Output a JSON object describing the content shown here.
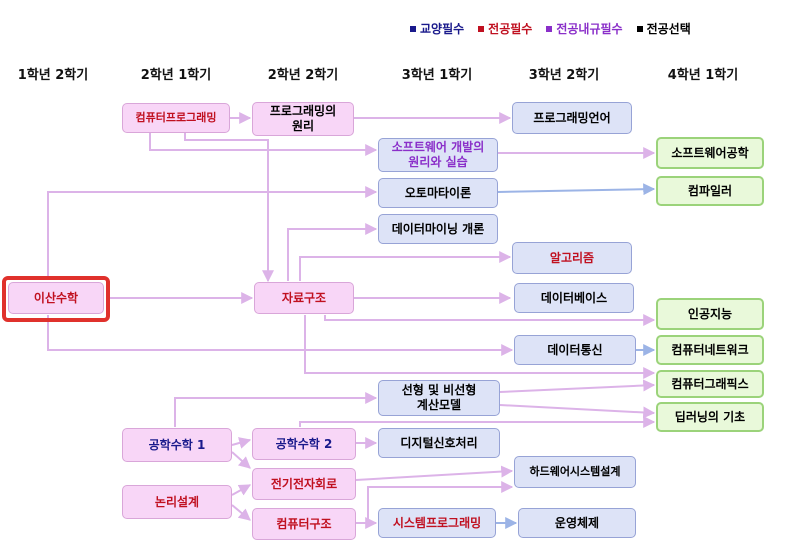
{
  "legend": [
    {
      "label": "교양필수",
      "color": "#1a1a8c"
    },
    {
      "label": "전공필수",
      "color": "#c01020"
    },
    {
      "label": "전공내규필수",
      "color": "#8a2fc9"
    },
    {
      "label": "전공선택",
      "color": "#000000"
    }
  ],
  "semesters": [
    "1학년 2학기",
    "2학년 1학기",
    "2학년 2학기",
    "3학년 1학기",
    "3학년 2학기",
    "4학년 1학기"
  ],
  "courses": {
    "discrete_math": "이산수학",
    "comp_programming": "컴퓨터프로그래밍",
    "eng_math1": "공학수학 1",
    "logic_design": "논리설계",
    "programming_principles": "프로그래밍의\n원리",
    "data_structures": "자료구조",
    "eng_math2": "공학수학 2",
    "circuits": "전기전자회로",
    "comp_architecture": "컴퓨터구조",
    "sw_dev": "소프트웨어 개발의\n원리와 실습",
    "automata": "오토마타이론",
    "data_mining": "데이터마이닝 개론",
    "linear_models": "선형 및 비선형\n계산모델",
    "dsp": "디지털신호처리",
    "system_programming": "시스템프로그래밍",
    "prog_languages": "프로그래밍언어",
    "algorithms": "알고리즘",
    "databases": "데이터베이스",
    "data_comm": "데이터통신",
    "hw_design": "하드웨어시스템설계",
    "os": "운영체제",
    "sw_engineering": "소프트웨어공학",
    "compiler": "컴파일러",
    "ai": "인공지능",
    "networks": "컴퓨터네트워크",
    "graphics": "컴퓨터그래픽스",
    "deep_learning": "딥러닝의 기초"
  }
}
